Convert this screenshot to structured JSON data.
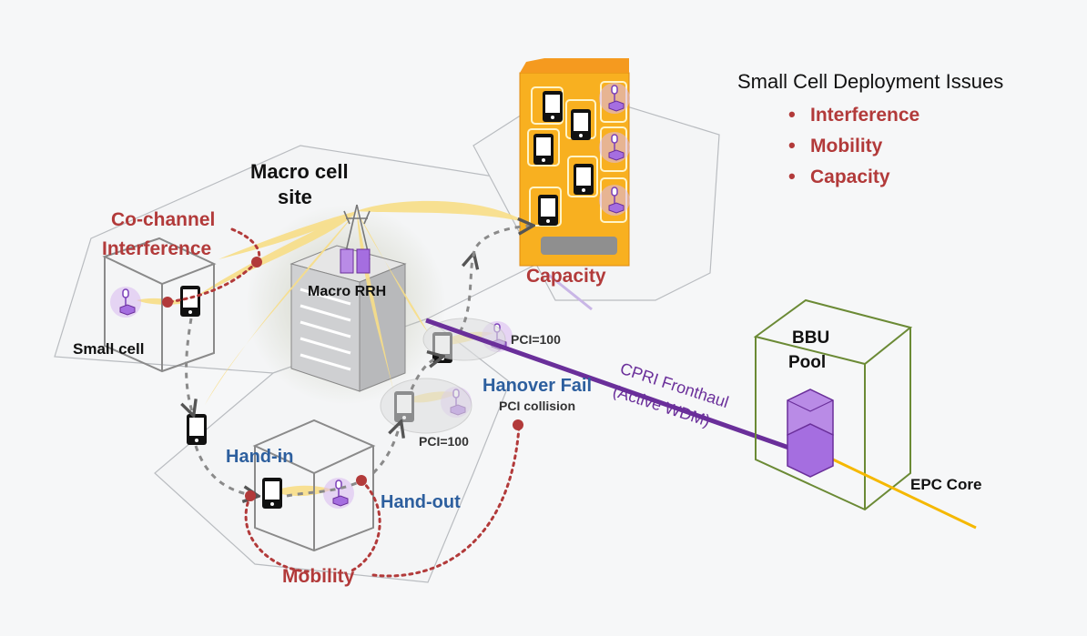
{
  "colors": {
    "background": "#f6f7f8",
    "issue_red": "#b23a3a",
    "handover_blue": "#2d5f9e",
    "fronthaul_purple": "#6a2f9a",
    "beam_yellow": "#f8de87",
    "bbu_green": "#6b8a35",
    "core_line": "#f5b800",
    "building_orange": "#f8b020"
  },
  "issues": {
    "title": "Small Cell Deployment Issues",
    "items": [
      "Interference",
      "Mobility",
      "Capacity"
    ]
  },
  "labels": {
    "macro_cell_site_1": "Macro cell",
    "macro_cell_site_2": "site",
    "co_channel_1": "Co-channel",
    "co_channel_2": "Interference",
    "macro_rrh": "Macro RRH",
    "small_cell": "Small cell",
    "capacity": "Capacity",
    "pci_top": "PCI=100",
    "pci_bottom": "PCI=100",
    "handover_fail": "Hanover Fail",
    "pci_collision": "PCI collision",
    "cpri_1": "CPRI Fronthaul",
    "cpri_2": "(Active WDM)",
    "bbu_1": "BBU",
    "bbu_2": "Pool",
    "epc_core": "EPC Core",
    "hand_in": "Hand-in",
    "hand_out": "Hand-out",
    "mobility": "Mobility"
  },
  "icons": {
    "phone": "mobile-phone-icon",
    "small_cell": "small-cell-antenna-icon",
    "tower": "macro-antenna-tower-icon"
  }
}
